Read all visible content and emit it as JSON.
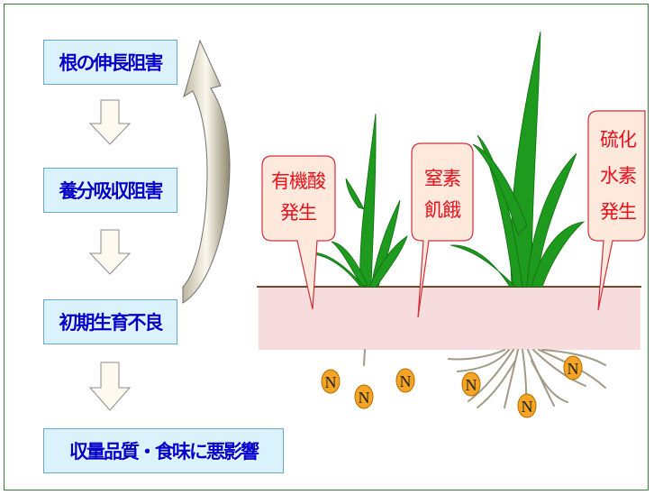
{
  "flow": {
    "step1": "根の伸長阻害",
    "step2": "養分吸収阻害",
    "step3": "初期生育不良",
    "step4": "収量品質・食味に悪影響"
  },
  "callouts": {
    "c1": {
      "line1": "有機酸",
      "line2": "発生"
    },
    "c2": {
      "line1": "窒素",
      "line2": "飢餓"
    },
    "c3": {
      "line1": "硫化",
      "line2": "水素",
      "line3": "発生"
    }
  },
  "nutrient_label": "N",
  "colors": {
    "box_fill": "#d9f2fb",
    "box_text": "#0000cc",
    "callout_fill": "#ffe8dc",
    "callout_border": "#d0303a",
    "callout_text": "#e8101a",
    "soil": "#f6dcdc",
    "plant": "#1e9a1e",
    "nutrient": "#f5a523"
  }
}
